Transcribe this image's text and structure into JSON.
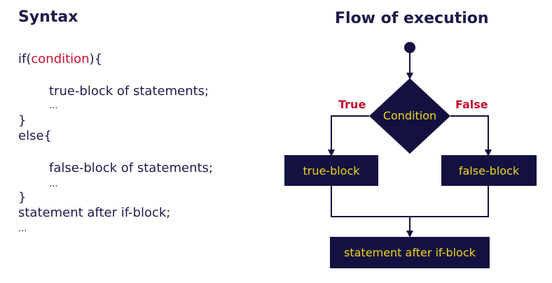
{
  "syntax": {
    "title": "Syntax",
    "line_if_prefix": "if(",
    "line_if_condition": "condition",
    "line_if_suffix": "){",
    "true_block": "true-block of statements;",
    "ellipsis_1": "...",
    "close_1": "}",
    "else_line": "else{",
    "false_block": "false-block of statements;",
    "ellipsis_2": "...",
    "close_2": "}",
    "after": "statement after if-block;",
    "ellipsis_3": "..."
  },
  "flow": {
    "title": "Flow of execution",
    "condition": "Condition",
    "true_label": "True",
    "false_label": "False",
    "true_block": "true-block",
    "false_block": "false-block",
    "after_block": "statement after if-block"
  },
  "colors": {
    "navy": "#13113f",
    "text": "#1d1b4b",
    "accent_red": "#c8102e",
    "yellow": "#f2d21b"
  }
}
